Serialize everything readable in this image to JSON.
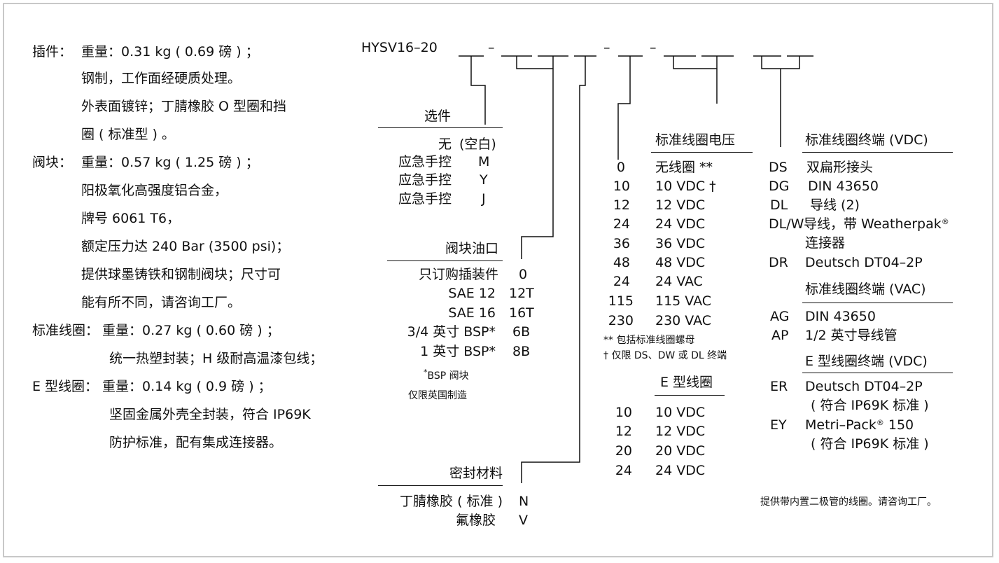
{
  "specs": {
    "cartridge": {
      "label": "插件：",
      "lines": [
        "重量：0.31 kg ( 0.69 磅 ) ；",
        "钢制，工作面经硬质处理。",
        "外表面镀锌；丁腈橡胶 O 型圈和挡",
        "圈 ( 标准型 ) 。"
      ]
    },
    "body": {
      "label": "阀块：",
      "lines": [
        "重量：0.57 kg ( 1.25 磅 ) ；",
        "阳极氧化高强度铝合金，",
        "牌号 6061 T6，",
        "额定压力达 240 Bar (3500 psi)；",
        "提供球墨铸铁和钢制阀块；尺寸可",
        "能有所不同，请咨询工厂。"
      ]
    },
    "std_coil": {
      "label": "标准线圈：",
      "lines": [
        "重量：0.27 kg (  0.60 磅 ) ；",
        "统一热塑封装；H 级耐高温漆包线；"
      ]
    },
    "e_coil": {
      "label": "E 型线圈：",
      "lines": [
        "重量：0.14 kg ( 0.9 磅 ) ；",
        "坚固金属外壳全封装，符合 IP69K",
        "防护标准，配有集成连接器。"
      ]
    }
  },
  "model_code": "HYSV16–20",
  "dashes": [
    "–",
    "–",
    "–"
  ],
  "options": {
    "title": "选件",
    "rows": [
      {
        "label": "无",
        "code": "(空白)"
      },
      {
        "label": "应急手控",
        "code": "M"
      },
      {
        "label": "应急手控",
        "code": "Y"
      },
      {
        "label": "应急手控",
        "code": "J"
      }
    ]
  },
  "ports": {
    "title": "阀块油口",
    "rows": [
      {
        "label": "只订购插装件",
        "code": "0"
      },
      {
        "label": "SAE 12",
        "code": "12T"
      },
      {
        "label": "SAE 16",
        "code": "16T"
      },
      {
        "label": "3/4 英寸 BSP*",
        "code": "6B"
      },
      {
        "label": "1 英寸 BSP*",
        "code": "8B"
      }
    ],
    "note_star": "*",
    "note_line1": "BSP 阀块",
    "note_line2": "仅限英国制造"
  },
  "seals": {
    "title": "密封材料",
    "rows": [
      {
        "label": "丁腈橡胶 ( 标准 )",
        "code": "N"
      },
      {
        "label": "氟橡胶",
        "code": "V"
      }
    ]
  },
  "voltage": {
    "title": "标准线圈电压",
    "rows": [
      {
        "code": "0",
        "label": "无线圈 **"
      },
      {
        "code": "10",
        "label": "10 VDC †"
      },
      {
        "code": "12",
        "label": "12 VDC"
      },
      {
        "code": "24",
        "label": "24 VDC"
      },
      {
        "code": "36",
        "label": "36 VDC"
      },
      {
        "code": "48",
        "label": "48 VDC"
      },
      {
        "code": "24",
        "label": "24 VAC"
      },
      {
        "code": "115",
        "label": "115 VAC"
      },
      {
        "code": "230",
        "label": "230 VAC"
      }
    ],
    "note1": "** 包括标准线圈螺母",
    "note2": "† 仅限 DS、DW 或 DL 终端"
  },
  "e_voltage": {
    "title": "E 型线圈",
    "rows": [
      {
        "code": "10",
        "label": "10 VDC"
      },
      {
        "code": "12",
        "label": "12 VDC"
      },
      {
        "code": "20",
        "label": "20 VDC"
      },
      {
        "code": "24",
        "label": "24 VDC"
      }
    ]
  },
  "term_vdc": {
    "title": "标准线圈终端 (VDC)",
    "rows": [
      {
        "code": "DS",
        "label": "双扁形接头"
      },
      {
        "code": "DG",
        "label": "DIN 43650"
      },
      {
        "code": "DL",
        "label": "导线 (2)"
      },
      {
        "code": "DL/W",
        "label": "导线，带 Weatherpak",
        "sup": "®",
        "label2": "连接器"
      },
      {
        "code": "DR",
        "label": "Deutsch DT04–2P"
      }
    ]
  },
  "term_vac": {
    "title": "标准线圈终端 (VAC)",
    "rows": [
      {
        "code": "AG",
        "label": "DIN 43650"
      },
      {
        "code": "AP",
        "label": "1/2 英寸导线管"
      }
    ]
  },
  "term_e": {
    "title": "E 型线圈终端 (VDC)",
    "rows": [
      {
        "code": "ER",
        "label": "Deutsch DT04–2P",
        "label2": "( 符合 IP69K 标准 )"
      },
      {
        "code": "EY",
        "label": "Metri–Pack",
        "sup": "®",
        "label_after": " 150",
        "label2": "( 符合 IP69K 标准 )"
      }
    ]
  },
  "footer_note": "提供带内置二极管的线圈。请咨询工厂。"
}
